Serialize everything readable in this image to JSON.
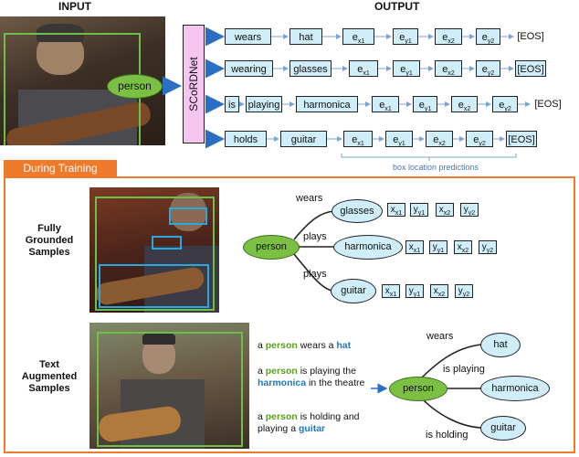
{
  "headers": {
    "input": "INPUT",
    "output": "OUTPUT"
  },
  "model_name": "SCoRDNet",
  "top_node": "person",
  "output_rows": [
    {
      "tokens": [
        "wears",
        "hat",
        "x1",
        "y1",
        "x2",
        "y2",
        "[EOS]"
      ]
    },
    {
      "tokens": [
        "wearing",
        "glasses",
        "x1",
        "y1",
        "x2",
        "y2",
        "[EOS]"
      ]
    },
    {
      "tokens": [
        "is",
        "playing",
        "harmonica",
        "x1",
        "y1",
        "x2",
        "y2",
        "[EOS]"
      ]
    },
    {
      "tokens": [
        "holds",
        "guitar",
        "x1",
        "y1",
        "x2",
        "y2",
        "[EOS]"
      ]
    }
  ],
  "box_location_caption": "box location predictions",
  "training_label": "During Training",
  "fully_grounded": {
    "label_lines": [
      "Fully",
      "Grounded",
      "Samples"
    ],
    "subject": "person",
    "relations": [
      {
        "predicate": "wears",
        "object": "glasses"
      },
      {
        "predicate": "plays",
        "object": "harmonica"
      },
      {
        "predicate": "plays",
        "object": "guitar"
      }
    ],
    "coord_tokens": [
      "x1",
      "y1",
      "x2",
      "y2"
    ]
  },
  "text_augmented": {
    "label_lines": [
      "Text",
      "Augmented",
      "Samples"
    ],
    "sentences": [
      {
        "a": "a ",
        "subject": "person",
        "middle": " wears a ",
        "object": "hat",
        "tail": ""
      },
      {
        "a": "a ",
        "subject": "person",
        "middle": " is playing the ",
        "object": "harmonica",
        "tail": " in the theatre"
      },
      {
        "a": "a ",
        "subject": "person",
        "middle": " is holding and  playing a ",
        "object": "guitar",
        "tail": ""
      }
    ],
    "subject": "person",
    "relations": [
      {
        "predicate": "wears",
        "object": "hat"
      },
      {
        "predicate": "is playing",
        "object": "harmonica"
      },
      {
        "predicate": "is holding",
        "object": "guitar"
      }
    ]
  },
  "colors": {
    "node_green": "#7bc043",
    "token_blue": "#cfeefa",
    "arrow_blue": "#2a6fc4",
    "orange": "#f07a2c",
    "model_pink": "#f5c6f0",
    "box_green": "#6cc04a",
    "box_blue": "#29a8e0"
  }
}
